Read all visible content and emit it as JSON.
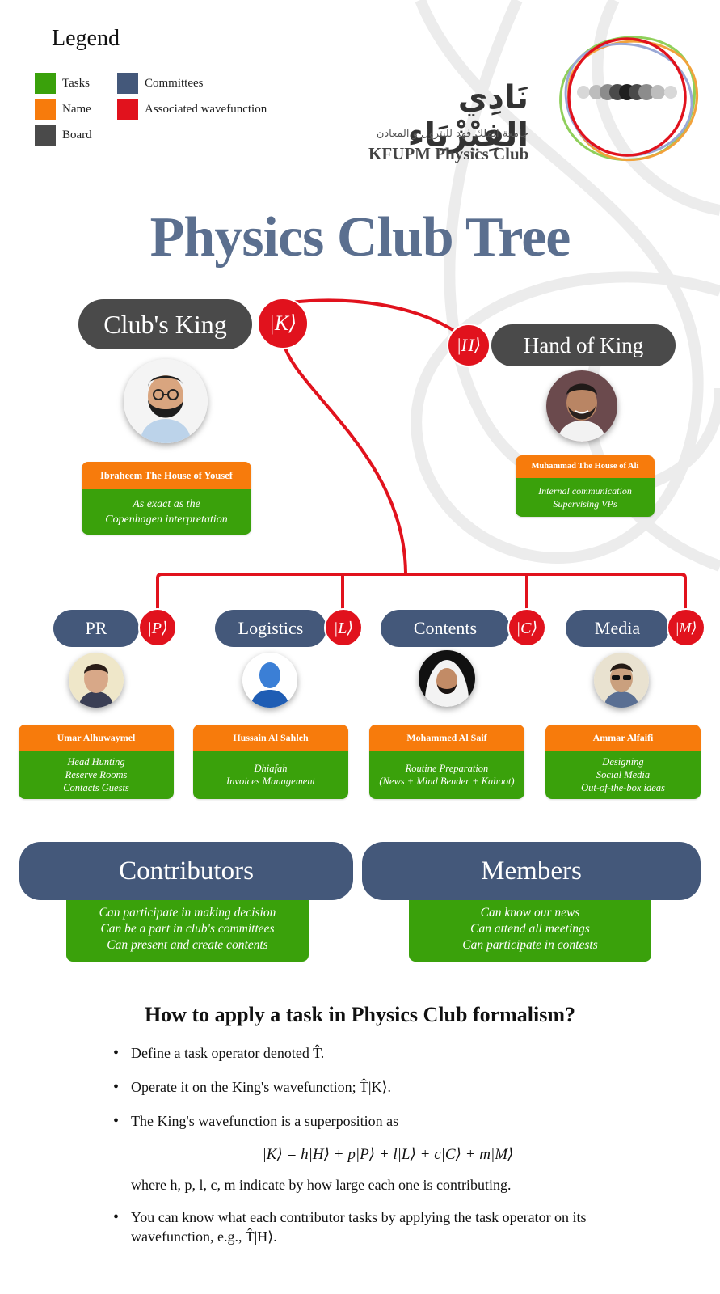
{
  "legend": {
    "title": "Legend",
    "items": [
      {
        "label": "Tasks",
        "color": "#3aa10b"
      },
      {
        "label": "Name",
        "color": "#f77b0c"
      },
      {
        "label": "Board",
        "color": "#4a4a4a"
      },
      {
        "label": "Committees",
        "color": "#44587a"
      },
      {
        "label": "Associated wavefunction",
        "color": "#e1121d"
      }
    ]
  },
  "logo": {
    "arabic_name": "نَادِي الفِيْزْيَاء",
    "arabic_subtitle": "جامعة الملك فهد للبترول و المعادن",
    "english_name": "KFUPM Physics Club"
  },
  "title": "Physics Club Tree",
  "king": {
    "role": "Club's King",
    "ket": "|K⟩",
    "name": "Ibraheem The House of  Yousef",
    "tasks": "As exact as the\nCopenhagen interpretation",
    "avatar_icon": "person-bearded-glasses-icon"
  },
  "hand": {
    "role": "Hand of King",
    "ket": "|H⟩",
    "name": "Muhammad The House of Ali",
    "tasks": "Internal communication\nSupervising VPs",
    "avatar_icon": "person-smiling-icon"
  },
  "committees": [
    {
      "role": "PR",
      "ket": "|P⟩",
      "name": "Umar Alhuwaymel",
      "tasks": "Head Hunting\nReserve Rooms\nContacts Guests",
      "avatar_icon": "person-young-icon"
    },
    {
      "role": "Logistics",
      "ket": "|L⟩",
      "name": "Hussain Al Sahleh",
      "tasks": "Dhiafah\nInvoices Management",
      "avatar_icon": "default-user-silhouette-icon"
    },
    {
      "role": "Contents",
      "ket": "|C⟩",
      "name": "Mohammed Al Saif",
      "tasks": "Routine Preparation\n(News + Mind Bender + Kahoot)",
      "avatar_icon": "person-headscarf-icon"
    },
    {
      "role": "Media",
      "ket": "|M⟩",
      "name": "Ammar Alfaifi",
      "tasks": "Designing\nSocial Media\nOut-of-the-box ideas",
      "avatar_icon": "person-sunglasses-icon"
    }
  ],
  "groups": [
    {
      "title": "Contributors",
      "tasks": "Can participate in making decision\nCan be a part in club's committees\nCan present and create contents"
    },
    {
      "title": "Members",
      "tasks": "Can know our news\nCan attend all meetings\nCan participate in contests"
    }
  ],
  "formalism": {
    "title": "How to apply a task in Physics Club formalism?",
    "bullet1": "Define a task operator denoted T̂.",
    "bullet2": "Operate it on the King's wavefunction; T̂|K⟩.",
    "bullet3": "The King's wavefunction is a superposition as",
    "equation": "|K⟩ = h|H⟩ + p|P⟩ + l|L⟩ + c|C⟩ + m|M⟩",
    "where": "where h, p, l, c, m indicate by how large each one is contributing.",
    "bullet4": "You can know what each contributor tasks by applying the task operator on its wavefunction, e.g., T̂|H⟩."
  }
}
